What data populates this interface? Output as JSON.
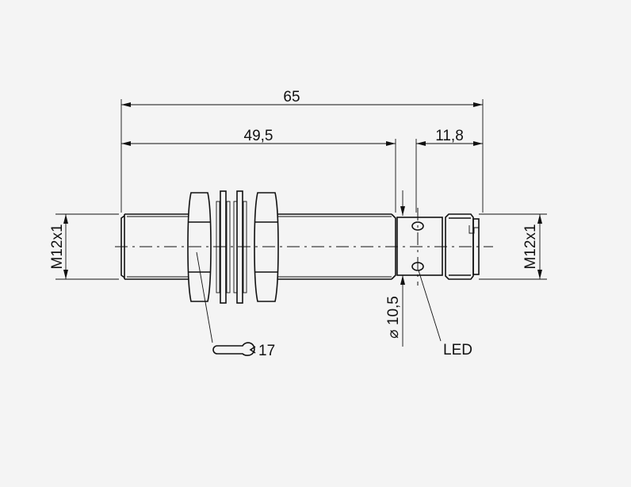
{
  "dimensions": {
    "overall_length": "65",
    "body_length": "49,5",
    "connector_length": "11,8",
    "thread_left": "M12x1",
    "thread_right": "M12x1",
    "diameter": "⌀ 10,5",
    "wrench_size": "17",
    "led_label": "LED"
  },
  "colors": {
    "background": "#f4f4f4",
    "line": "#111111"
  }
}
